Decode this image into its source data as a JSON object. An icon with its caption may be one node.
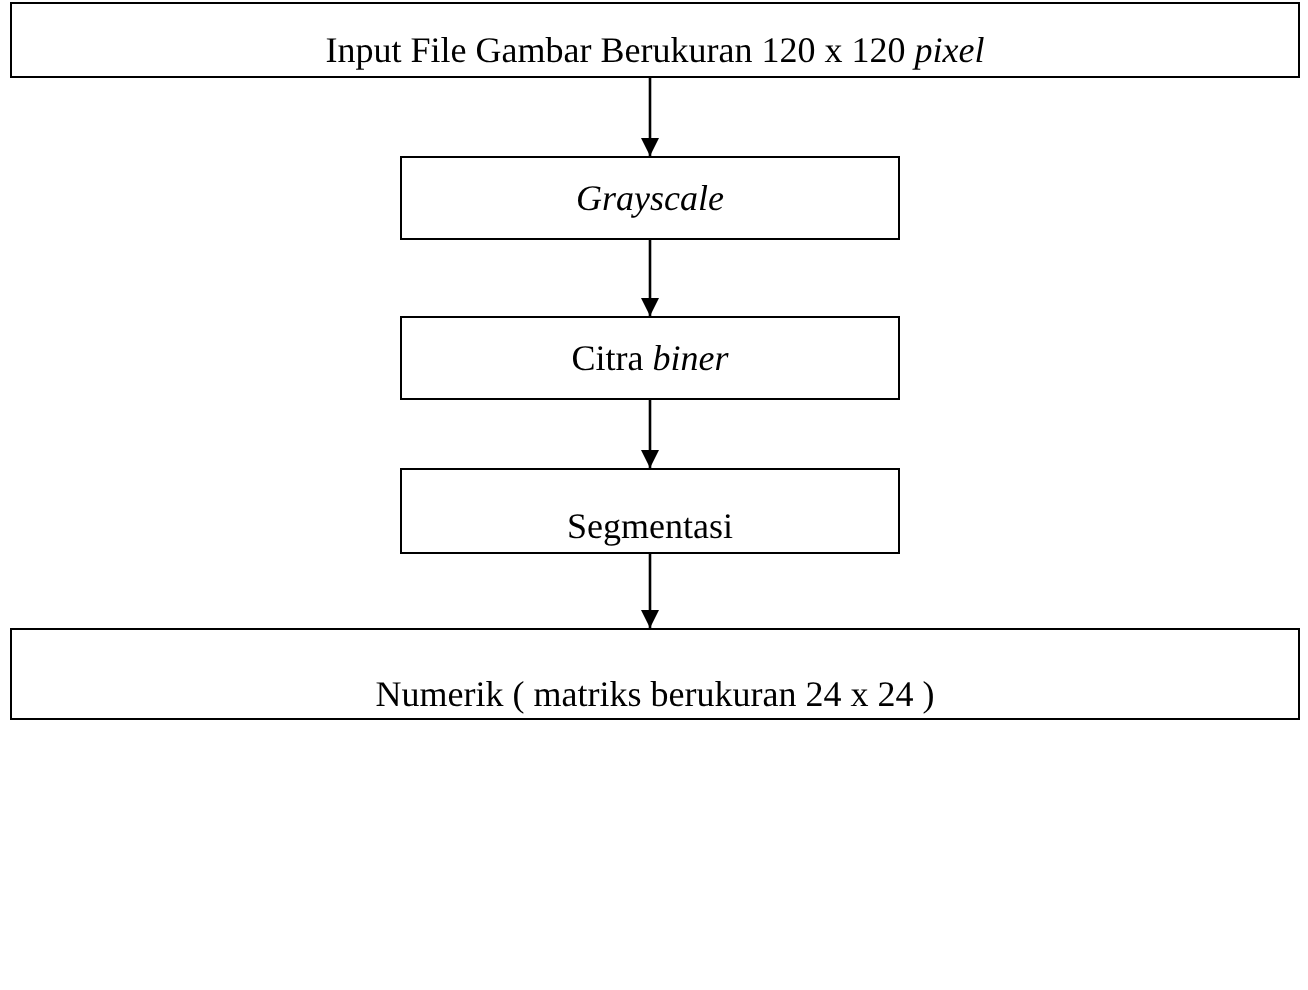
{
  "diagram": {
    "nodes": [
      {
        "text": [
          "Input File Gambar Berukuran 120 x 120 *pixel*"
        ]
      },
      {
        "text": [
          "Grayscale"
        ]
      },
      {
        "text": [
          "Citra *biner*"
        ]
      },
      {
        "text": [
          "Segmentasi"
        ]
      },
      {
        "text": [
          "Numerik ( matriks berukuran 24 x 24 )"
        ]
      }
    ],
    "edges": [
      {
        "from": 0,
        "to": 1,
        "arrow": "to"
      },
      {
        "from": 1,
        "to": 2,
        "arrow": "to"
      },
      {
        "from": 2,
        "to": 3,
        "arrow": "to"
      },
      {
        "from": 3,
        "to": 4,
        "arrow": "to"
      }
    ]
  }
}
